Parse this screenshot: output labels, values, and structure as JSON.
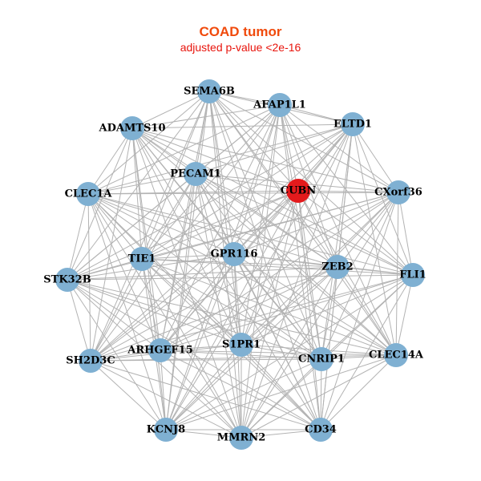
{
  "title": "COAD tumor",
  "subtitle": "adjusted p-value <2e-16",
  "colors": {
    "title": "#f04a0c",
    "subtitle": "#e8140c",
    "node_default": "#7fb0d2",
    "node_highlight": "#e31a1c",
    "edge": "#b3b3b3"
  },
  "network": {
    "highlight_node": "CUBN",
    "nodes": [
      {
        "id": "SEMA6B",
        "label": "SEMA6B"
      },
      {
        "id": "AFAP1L1",
        "label": "AFAP1L1"
      },
      {
        "id": "ELTD1",
        "label": "ELTD1"
      },
      {
        "id": "ADAMTS10",
        "label": "ADAMTS10"
      },
      {
        "id": "PECAM1",
        "label": "PECAM1"
      },
      {
        "id": "CUBN",
        "label": "CUBN"
      },
      {
        "id": "CXorf36",
        "label": "CXorf36"
      },
      {
        "id": "CLEC1A",
        "label": "CLEC1A"
      },
      {
        "id": "TIE1",
        "label": "TIE1"
      },
      {
        "id": "GPR116",
        "label": "GPR116"
      },
      {
        "id": "ZEB2",
        "label": "ZEB2"
      },
      {
        "id": "FLI1",
        "label": "FLI1"
      },
      {
        "id": "STK32B",
        "label": "STK32B"
      },
      {
        "id": "ARHGEF15",
        "label": "ARHGEF15"
      },
      {
        "id": "S1PR1",
        "label": "S1PR1"
      },
      {
        "id": "CNRIP1",
        "label": "CNRIP1"
      },
      {
        "id": "CLEC14A",
        "label": "CLEC14A"
      },
      {
        "id": "SH2D3C",
        "label": "SH2D3C"
      },
      {
        "id": "KCNJ8",
        "label": "KCNJ8"
      },
      {
        "id": "MMRN2",
        "label": "MMRN2"
      },
      {
        "id": "CD34",
        "label": "CD34"
      }
    ],
    "edges": "all-pairs"
  }
}
